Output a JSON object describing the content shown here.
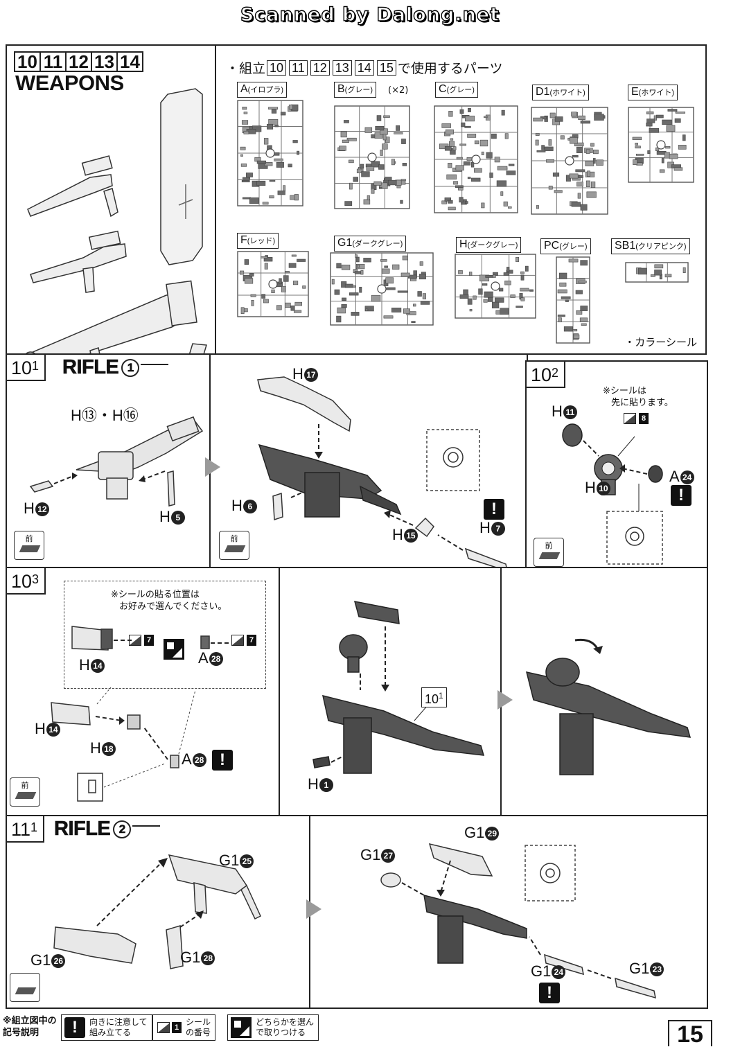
{
  "scan_credit": "Scanned by Dalong.net",
  "weapons": {
    "steps": [
      "10",
      "11",
      "12",
      "13",
      "14"
    ],
    "title": "WEAPONS"
  },
  "parts_used": {
    "prefix": "・組立",
    "steps": [
      "10",
      "11",
      "12",
      "13",
      "14",
      "15"
    ],
    "suffix": "で使用するパーツ",
    "runners": [
      {
        "code": "A",
        "color": "(イロプラ)"
      },
      {
        "code": "B",
        "color": "(グレー)",
        "count": "(×2)"
      },
      {
        "code": "C",
        "color": "(グレー)"
      },
      {
        "code": "D1",
        "color": "(ホワイト)"
      },
      {
        "code": "E",
        "color": "(ホワイト)"
      },
      {
        "code": "F",
        "color": "(レッド)"
      },
      {
        "code": "G1",
        "color": "(ダークグレー)"
      },
      {
        "code": "H",
        "color": "(ダークグレー)"
      },
      {
        "code": "PC",
        "color": "(グレー)"
      },
      {
        "code": "SB1",
        "color": "(クリアピンク)"
      }
    ],
    "color_seal": "・カラーシール"
  },
  "step_10_1": {
    "tag": "10",
    "sub": "1",
    "title": "RIFLE",
    "title_num": "1",
    "parts": {
      "h13_16": "H⑬・H⑯",
      "h12_code": "H",
      "h12_num": "12",
      "h5_code": "H",
      "h5_num": "5",
      "h17_code": "H",
      "h17_num": "17",
      "h6_code": "H",
      "h6_num": "6",
      "h15_code": "H",
      "h15_num": "15",
      "h7_code": "H",
      "h7_num": "7"
    },
    "front": "前"
  },
  "step_10_2": {
    "tag": "10",
    "sub": "2",
    "note_line1": "※シールは",
    "note_line2": "先に貼ります。",
    "seal_num": "8",
    "parts": {
      "h11_code": "H",
      "h11_num": "11",
      "h10_code": "H",
      "h10_num": "10",
      "a24_code": "A",
      "a24_num": "24"
    },
    "front": "前"
  },
  "step_10_3": {
    "tag": "10",
    "sub": "3",
    "note_line1": "※シールの貼る位置は",
    "note_line2": "お好みで選んでください。",
    "seal_a": "7",
    "seal_b": "7",
    "ref_step": "10",
    "ref_sub": "1",
    "parts": {
      "h14_code": "H",
      "h14_num": "14",
      "a28_code": "A",
      "a28_num": "28",
      "h18_code": "H",
      "h18_num": "18",
      "h1_code": "H",
      "h1_num": "1"
    },
    "front": "前"
  },
  "step_11_1": {
    "tag": "11",
    "sub": "1",
    "title": "RIFLE",
    "title_num": "2",
    "parts": {
      "g25_code": "G1",
      "g25_num": "25",
      "g26_code": "G1",
      "g26_num": "26",
      "g28_code": "G1",
      "g28_num": "28",
      "g29_code": "G1",
      "g29_num": "29",
      "g27_code": "G1",
      "g27_num": "27",
      "g24_code": "G1",
      "g24_num": "24",
      "g23_code": "G1",
      "g23_num": "23"
    }
  },
  "legend": {
    "head_line1": "※組立図中の",
    "head_line2": "記号説明",
    "caution_line1": "向きに注意して",
    "caution_line2": "組み立てる",
    "seal_badge": "1",
    "seal_line1": "シール",
    "seal_line2": "の番号",
    "choose_line1": "どちらかを選ん",
    "choose_line2": "で取りつける"
  },
  "page_number": "15"
}
